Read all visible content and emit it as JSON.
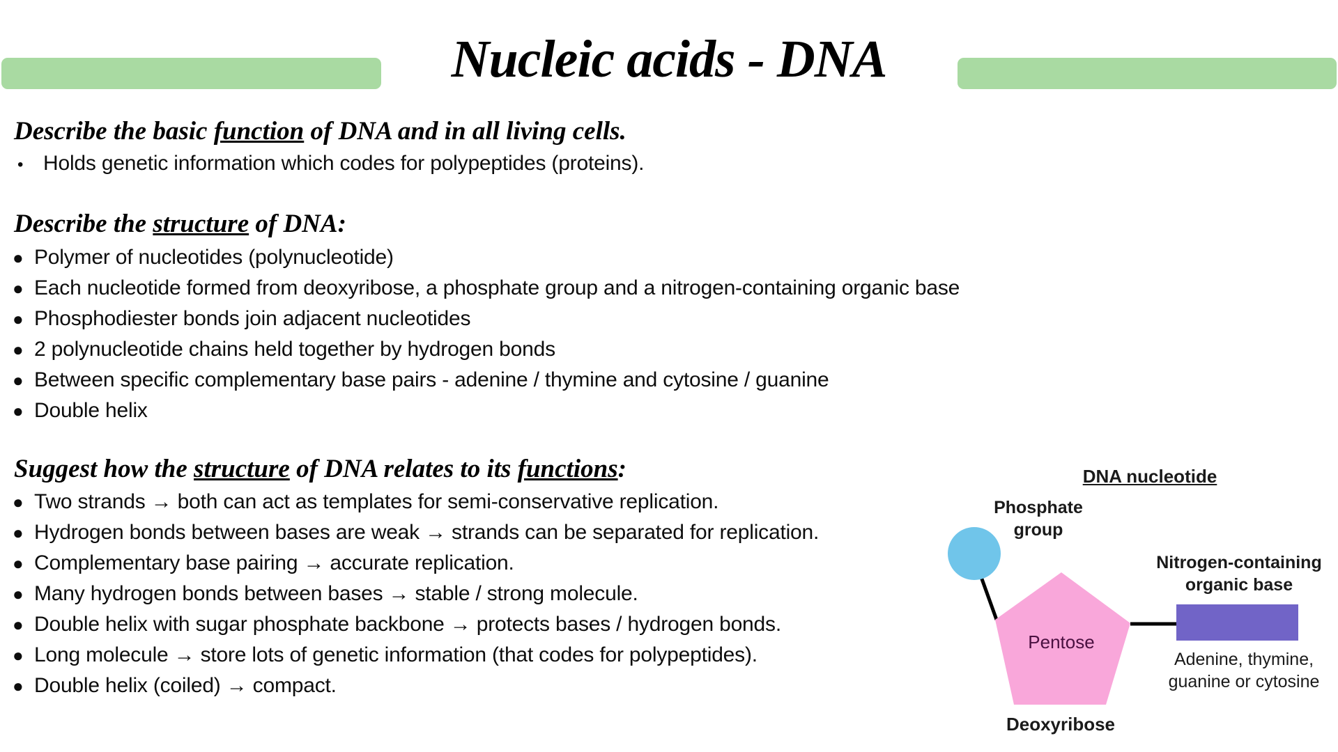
{
  "title": "Nucleic acids - DNA",
  "glyphs": {
    "bullet": "●",
    "small_bullet": "•"
  },
  "colors": {
    "accent_green": "#a9daa2"
  },
  "sections": [
    {
      "heading": [
        "Describe the basic ",
        "function",
        " of DNA and in all living cells."
      ],
      "bullets": [
        "Holds genetic information which codes for polypeptides (proteins)."
      ]
    },
    {
      "heading": [
        "Describe the ",
        "structure",
        " of DNA:"
      ],
      "bullets": [
        "Polymer of nucleotides (polynucleotide)",
        "Each nucleotide formed from deoxyribose, a phosphate group and a nitrogen-containing organic base",
        "Phosphodiester bonds join adjacent nucleotides",
        "2 polynucleotide chains held together by hydrogen bonds",
        "Between specific complementary base pairs - adenine / thymine and cytosine / guanine",
        "Double helix"
      ]
    },
    {
      "heading": [
        "Suggest how the ",
        "structure",
        " of DNA relates to its ",
        "functions",
        ":"
      ],
      "bullets": [
        "Two strands → both can act as templates for semi-conservative replication.",
        "Hydrogen bonds between bases are weak → strands can be separated for replication.",
        "Complementary base pairing → accurate replication.",
        "Many hydrogen bonds between bases → stable / strong molecule.",
        "Double helix with sugar phosphate backbone → protects bases / hydrogen bonds.",
        "Long molecule → store lots of genetic information (that codes for polypeptides).",
        "Double helix (coiled) → compact."
      ]
    }
  ],
  "diagram": {
    "title": "DNA nucleotide",
    "phosphate_label": "Phosphate\ngroup",
    "pentose_label": "Pentose",
    "nitrogen_label": "Nitrogen-containing\norganic base",
    "base_examples": "Adenine, thymine,\nguanine or cytosine",
    "deoxyribose_label": "Deoxyribose",
    "colors": {
      "phosphate": "#70c5ea",
      "pentose": "#f9a7da",
      "base": "#7164c7",
      "pentose_text": "#4a1040",
      "bond_line": "#000000"
    }
  }
}
